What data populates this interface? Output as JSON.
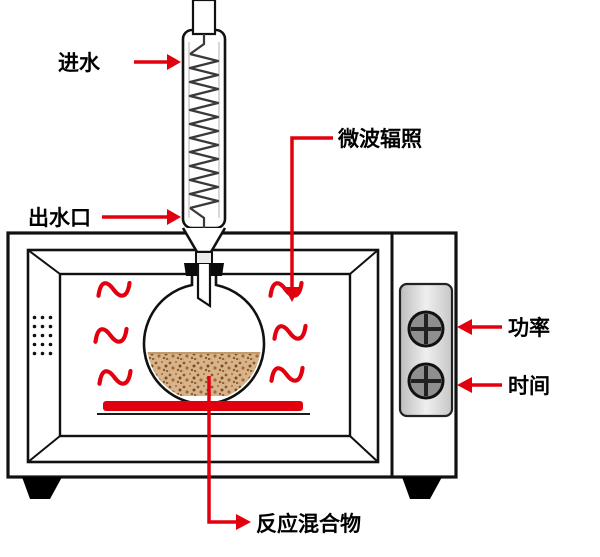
{
  "labels": {
    "water_inlet": "进水",
    "microwave_irradiation": "微波辐照",
    "water_outlet": "出水口",
    "power": "功率",
    "time": "时间",
    "reaction_mixture": "反应混合物"
  },
  "colors": {
    "annotation_red": "#e2000f",
    "turntable_red": "#e2000f",
    "outline_black": "#111111",
    "mixture_base": "#d8b48c",
    "mixture_speckle_dark": "#7a4c20",
    "mixture_speckle_mid": "#8a5a2a",
    "mixture_speckle_light": "#b07840",
    "panel_gray": "#d6d6d6",
    "knob_gray": "#8f8f8f"
  },
  "parts": {
    "condenser": "coil-condenser",
    "flask": "round-bottom-flask",
    "oven": "microwave-oven",
    "turntable": "turntable-plate",
    "knob_top": "power-knob",
    "knob_bottom": "time-knob",
    "vents": "vent-grid",
    "waves": "microwave-wave-symbols"
  }
}
